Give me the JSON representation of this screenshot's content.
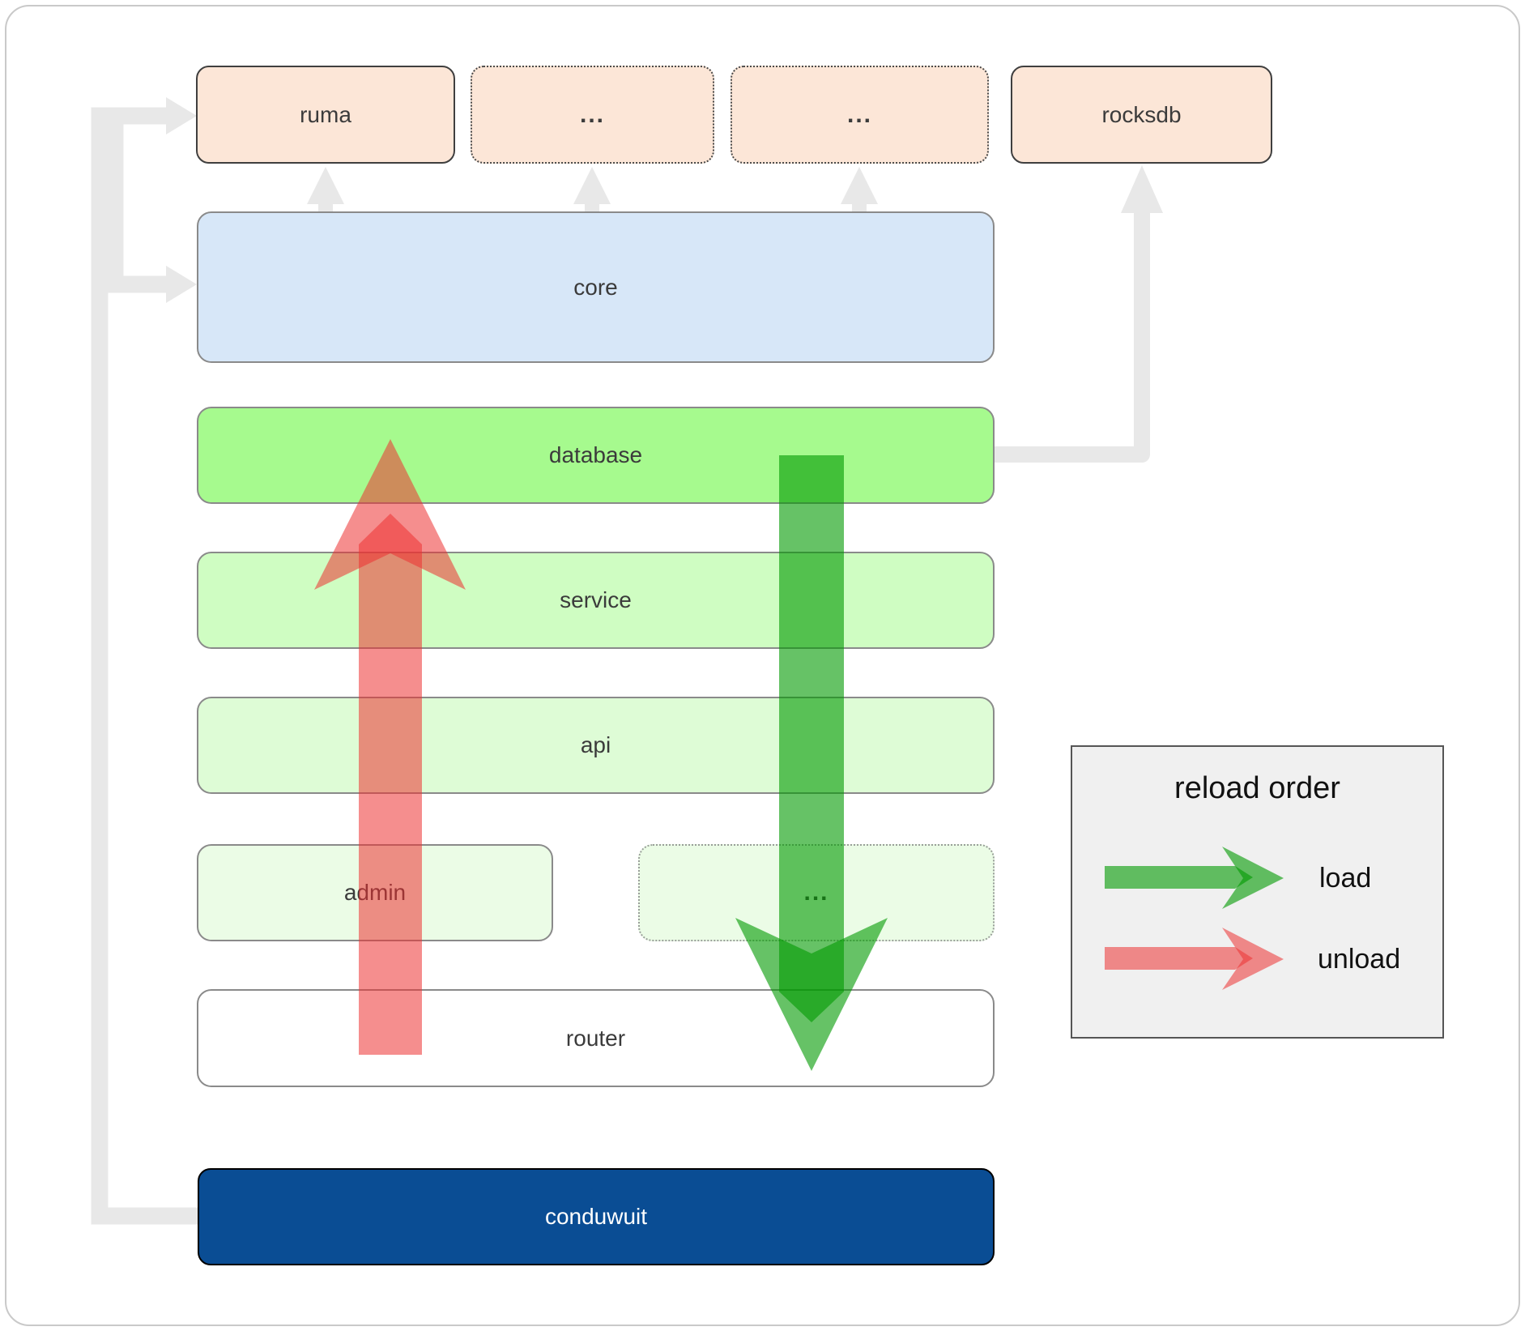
{
  "diagram": {
    "nodes": {
      "ruma": {
        "label": "ruma"
      },
      "top_mid_left": {
        "label": "..."
      },
      "top_mid_right": {
        "label": "..."
      },
      "rocksdb": {
        "label": "rocksdb"
      },
      "core": {
        "label": "core"
      },
      "database": {
        "label": "database"
      },
      "service": {
        "label": "service"
      },
      "api": {
        "label": "api"
      },
      "admin": {
        "label": "admin"
      },
      "service_more": {
        "label": "..."
      },
      "router": {
        "label": "router"
      },
      "conduwuit": {
        "label": "conduwuit"
      }
    },
    "edges": [
      {
        "from": "conduwuit",
        "to": "ruma"
      },
      {
        "from": "conduwuit",
        "to": "core"
      },
      {
        "from": "core",
        "to": "ruma"
      },
      {
        "from": "core",
        "to": "top_mid_left"
      },
      {
        "from": "core",
        "to": "top_mid_right"
      },
      {
        "from": "database",
        "to": "rocksdb"
      }
    ],
    "flows": [
      {
        "name": "load",
        "direction": "down",
        "from": "database",
        "to": "router"
      },
      {
        "name": "unload",
        "direction": "up",
        "from": "router",
        "to": "database"
      }
    ]
  },
  "legend": {
    "title": "reload order",
    "load_label": "load",
    "unload_label": "unload"
  },
  "colors": {
    "peach_fill": "#fce6d7",
    "core_fill": "#d7e7f8",
    "database_fill": "#a6fa8e",
    "service_fill": "#cffdc2",
    "api_fill": "#defcd6",
    "admin_fill": "#ebfce6",
    "router_fill": "#ffffff",
    "conduwuit_fill": "#0a4d94",
    "load_arrow": "#009900",
    "unload_arrow": "#ed3232",
    "connector_gray": "#e8e8e8",
    "box_border_gray": "#8a8a8a",
    "box_border_dark": "#3f3f3f"
  }
}
